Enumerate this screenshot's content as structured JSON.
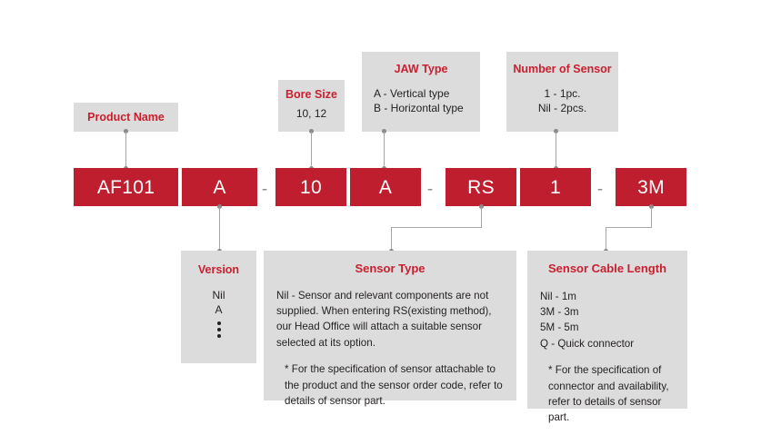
{
  "diagram": {
    "title": "Product ordering code breakdown",
    "colors": {
      "code_bar_red": "#be1e2d",
      "panel_gray": "#dcdcdc",
      "heading_red": "#c8202f",
      "connector_gray": "#a7a7a7",
      "body_text": "#231f20"
    }
  },
  "code": {
    "segments": [
      {
        "key": "product_name",
        "value": "AF101"
      },
      {
        "key": "version",
        "value": "A"
      },
      {
        "key": "bore_size",
        "value": "10"
      },
      {
        "key": "jaw_type",
        "value": "A"
      },
      {
        "key": "sensor_type",
        "value": "RS"
      },
      {
        "key": "number_of_sensor",
        "value": "1"
      },
      {
        "key": "sensor_cable_length",
        "value": "3M"
      }
    ],
    "separators": [
      {
        "index": 0,
        "glyph": "-"
      },
      {
        "index": 1,
        "glyph": "-"
      },
      {
        "index": 2,
        "glyph": "-"
      }
    ]
  },
  "callouts": {
    "product_name": {
      "title": "Product Name",
      "lines": []
    },
    "bore_size": {
      "title": "Bore Size",
      "lines": [
        "10, 12"
      ]
    },
    "jaw_type": {
      "title": "JAW Type",
      "lines": [
        "A - Vertical type",
        "B - Horizontal type"
      ]
    },
    "number_of_sensor": {
      "title": "Number of Sensor",
      "lines": [
        "1 - 1pc.",
        "Nil - 2pcs."
      ]
    },
    "version": {
      "title": "Version",
      "lines": [
        "Nil",
        "A"
      ],
      "ellipsis": "vertical-three-dots"
    },
    "sensor_type": {
      "title": "Sensor Type",
      "body": "Nil - Sensor and relevant components are not supplied. When entering RS(existing method), our Head Office will attach a suitable sensor selected at its option.",
      "note": "* For the specification of sensor attachable to the product and the sensor order code, refer to details of sensor part."
    },
    "sensor_cable_length": {
      "title": "Sensor Cable Length",
      "lines": [
        "Nil - 1m",
        "3M - 3m",
        "5M - 5m",
        "Q - Quick connector"
      ],
      "note": "* For the specification of connector and availability, refer to details of sensor part."
    }
  }
}
